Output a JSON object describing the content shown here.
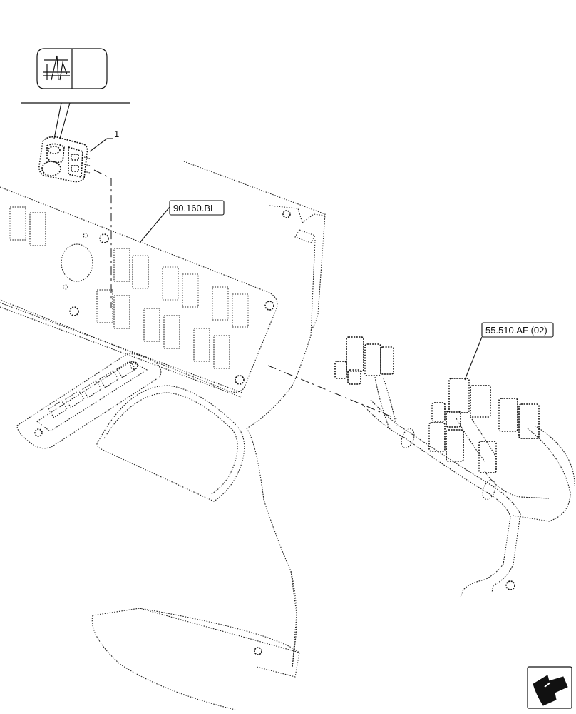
{
  "callouts": {
    "item_1": "1",
    "ref_panel": "90.160.BL",
    "ref_harness": "55.510.AF (02)"
  },
  "icons": [
    "tilt-switch-symbol-icon",
    "navigation-arrow-icon"
  ]
}
